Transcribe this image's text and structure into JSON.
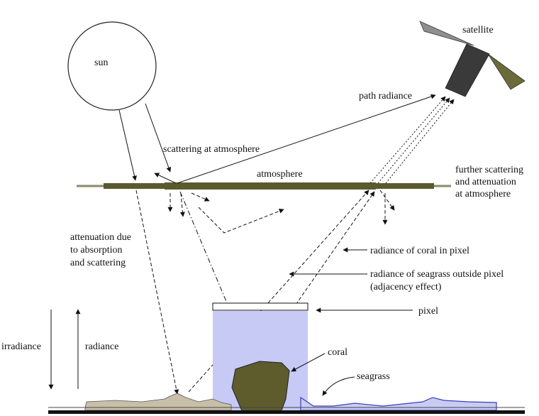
{
  "labels": {
    "sun": "sun",
    "satellite": "satellite",
    "path_radiance": "path radiance",
    "scattering_at_atmosphere": "scattering at atmosphere",
    "atmosphere": "atmosphere",
    "further_scattering": [
      "further scattering",
      "and attenuation",
      "at atmosphere"
    ],
    "attenuation": [
      "attenuation due",
      "to absorption",
      "and scattering"
    ],
    "radiance_coral_pixel": "radiance of coral in pixel",
    "radiance_seagrass_outside": [
      "radiance of seagrass outside pixel",
      "(adjacency effect)"
    ],
    "pixel": "pixel",
    "irradiance": "irradiance",
    "radiance": "radiance",
    "coral": "coral",
    "seagrass": "seagrass"
  },
  "colors": {
    "atmosphere_band": "#5b5a2e",
    "atmosphere_line": "#8a8a6a",
    "satellite_body": "#3a3a3a",
    "satellite_panel_left": "#8f8f8f",
    "satellite_panel_right": "#6b6b3a",
    "pixel_column": "#c6caf5",
    "coral": "#5e5b2d",
    "sand": "#c9bfa8",
    "seagrass_fill": "#c9ccf2",
    "seagrass_stroke": "#3a3ec0",
    "seafloor": "#111111"
  }
}
